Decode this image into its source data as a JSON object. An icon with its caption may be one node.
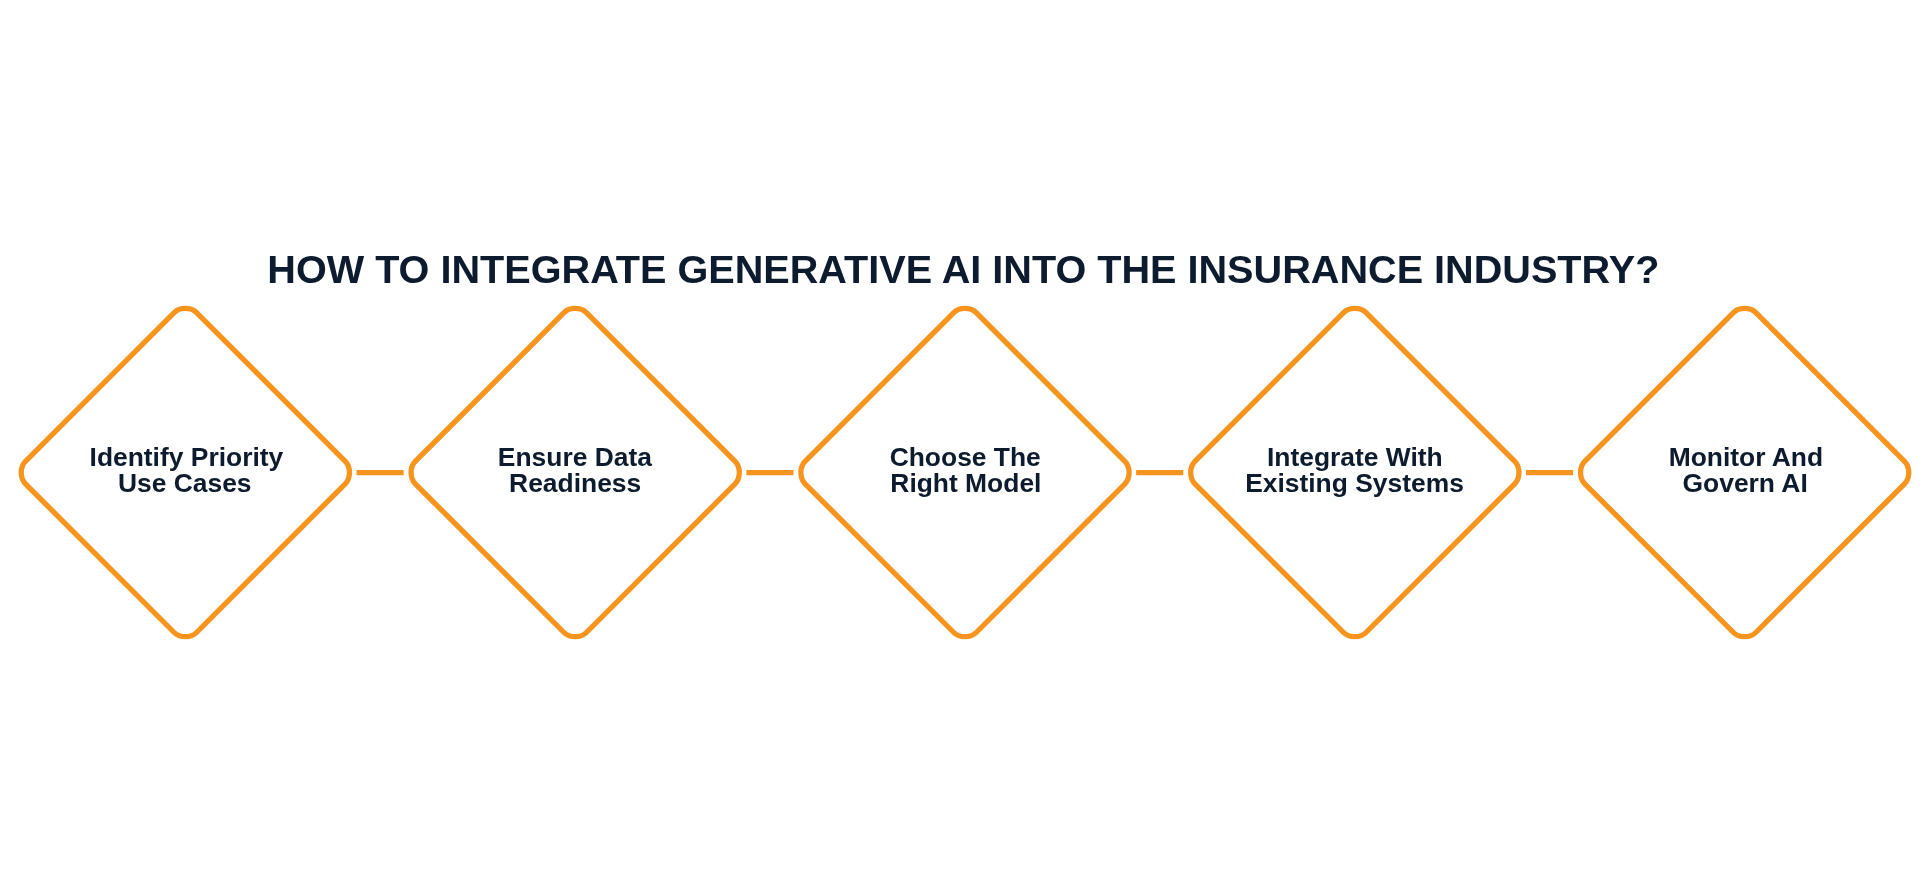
{
  "diagram": {
    "title": "HOW TO INTEGRATE GENERATIVE AI INTO THE INSURANCE INDUSTRY?",
    "nodes": [
      {
        "text": [
          "Identify Priority Use Cases"
        ]
      },
      {
        "text": [
          "Ensure Data Readiness"
        ]
      },
      {
        "text": [
          "Choose The Right Model"
        ]
      },
      {
        "text": [
          "Integrate With Existing Systems"
        ]
      },
      {
        "text": [
          "Monitor And Govern AI"
        ]
      }
    ],
    "edges": [
      {
        "from": 0,
        "to": 1,
        "arrow": "none"
      },
      {
        "from": 1,
        "to": 2,
        "arrow": "none"
      },
      {
        "from": 2,
        "to": 3,
        "arrow": "none"
      },
      {
        "from": 3,
        "to": 4,
        "arrow": "none"
      }
    ]
  }
}
